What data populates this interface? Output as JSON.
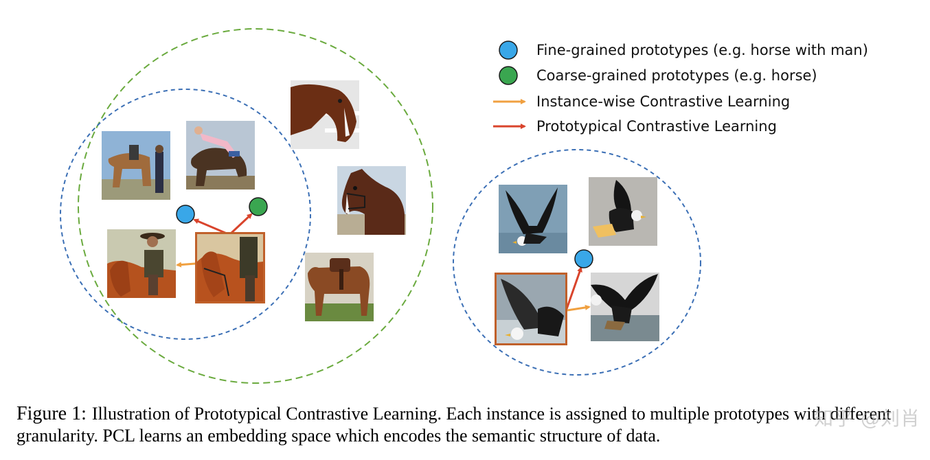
{
  "legend": {
    "items": [
      {
        "label": "Fine-grained prototypes (e.g. horse with man)",
        "marker": "circle",
        "color": "#39a7e8"
      },
      {
        "label": "Coarse-grained prototypes (e.g. horse)",
        "marker": "circle",
        "color": "#3aa650"
      },
      {
        "label": "Instance-wise Contrastive Learning",
        "marker": "arrow",
        "color": "#f0a040"
      },
      {
        "label": "Prototypical Contrastive Learning",
        "marker": "arrow",
        "color": "#d9442c"
      }
    ]
  },
  "colors": {
    "fine_prototype": "#39a7e8",
    "coarse_prototype": "#3aa650",
    "instance_arrow": "#f0a040",
    "prototypical_arrow": "#d9442c",
    "fine_cluster_border": "#3b6fb5",
    "coarse_cluster_border": "#6aaa3e",
    "anchor_frame": "#c0602a"
  },
  "images": {
    "horse_cluster": [
      "horse-rider-photo",
      "rider-leaning-photo",
      "horse-head-fence-photo",
      "horse-bridle-photo",
      "cowboy-horse-photo",
      "anchor-horse-man-photo",
      "saddled-horse-photo"
    ],
    "eagle_cluster": [
      "eagle-flying-photo",
      "eagle-landing-photo",
      "anchor-eagle-photo",
      "eagle-catching-fish-photo"
    ]
  },
  "caption": {
    "label": "Figure 1:",
    "text": "Illustration of Prototypical Contrastive Learning. Each instance is assigned to multiple prototypes with different granularity. PCL learns an embedding space which encodes the semantic structure of data."
  },
  "watermark": "知乎 @刘肖"
}
